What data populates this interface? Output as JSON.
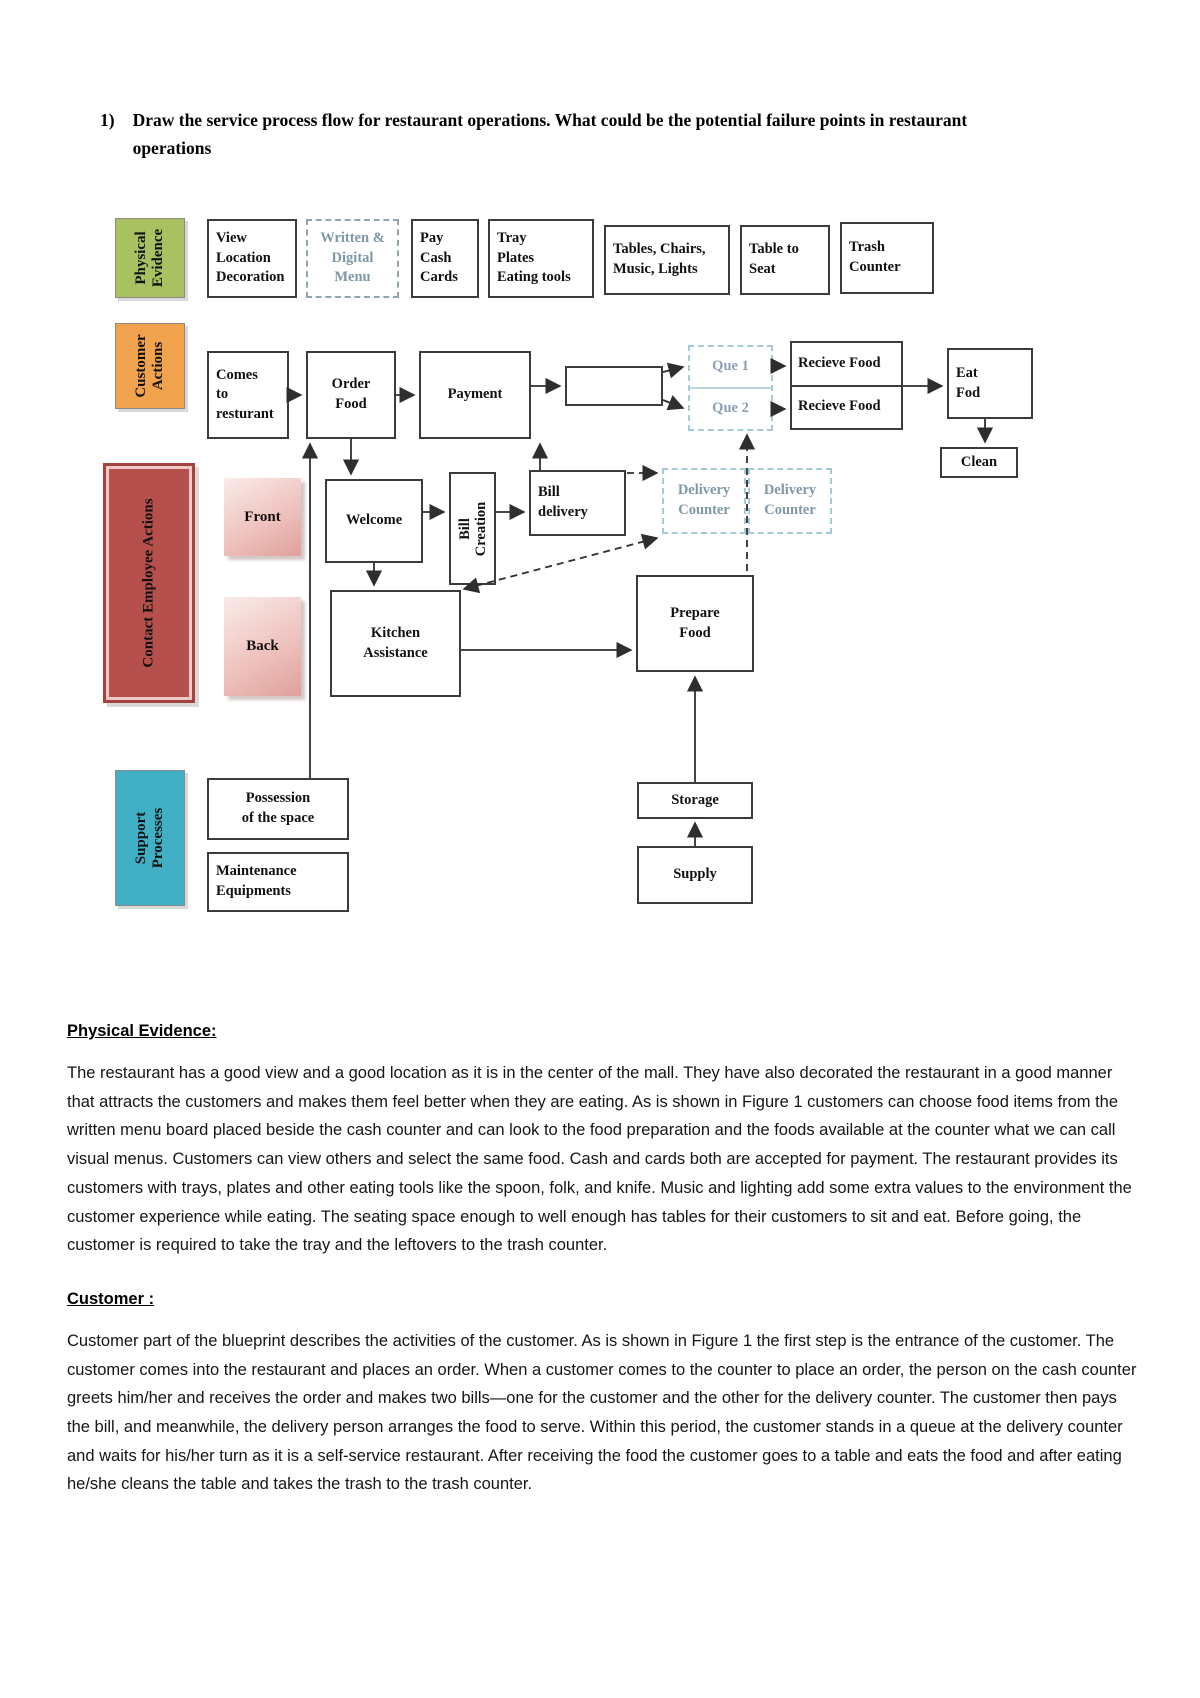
{
  "title": {
    "number": "1)",
    "text": "Draw the service process flow for restaurant operations. What could be the potential failure points in restaurant operations"
  },
  "lanes": {
    "physical_evidence": "Physical\nEvidence",
    "customer_actions": "Customer\nActions",
    "contact_employee_actions": "Contact Employee Actions",
    "support_processes": "Support\nProcesses"
  },
  "boxes": {
    "view_location_decoration": "View\nLocation\nDecoration",
    "written_digital_menu": "Written &\nDigital\nMenu",
    "pay_cash_cards": "Pay\nCash\nCards",
    "tray_plates_eating_tools": "Tray\nPlates\nEating tools",
    "tables_chairs_music_lights": "Tables, Chairs,\nMusic, Lights",
    "table_to_seat": "Table to\nSeat",
    "trash_counter": "Trash\nCounter",
    "comes_to_resturant": "Comes\nto\nresturant",
    "order_food": "Order\nFood",
    "payment": "Payment",
    "que_1": "Que 1",
    "que_2": "Que 2",
    "recieve_food_1": "Recieve Food",
    "recieve_food_2": "Recieve Food",
    "eat_fod": "Eat\nFod",
    "clean": "Clean",
    "front": "Front",
    "back": "Back",
    "welcome": "Welcome",
    "bill_creation": "Bill\nCreation",
    "bill_delivery": "Bill\ndelivery",
    "delivery_counter_1": "Delivery\nCounter",
    "delivery_counter_2": "Delivery\nCounter",
    "kitchen_assistance": "Kitchen\nAssistance",
    "prepare_food": "Prepare\nFood",
    "possession_of_the_space": "Possession\nof the space",
    "maintenance_equipments": "Maintenance\nEquipments",
    "storage": "Storage",
    "supply": "Supply"
  },
  "sections": {
    "physical_evidence": {
      "heading": "Physical Evidence:",
      "body": "The restaurant has a good view and a good location as it is in the center of the mall. They have also decorated the restaurant in a good manner that attracts the customers and makes them feel better when they are eating. As is shown in Figure 1 customers can choose food items from the written menu board placed beside the cash counter and can look to the food preparation and the foods available at the counter what we can call visual menus. Customers can view others and select the same food. Cash and cards both are accepted for payment. The restaurant provides its customers with trays, plates and other eating tools like the spoon, folk, and knife. Music and lighting add some extra values to the environment the customer experience while eating. The seating space enough to well enough has tables for their customers to sit and eat. Before going, the customer is required to take the tray and the leftovers to the trash counter."
    },
    "customer": {
      "heading": "Customer :",
      "body": "Customer part of the blueprint describes the activities of the customer. As is shown in Figure 1 the first step is the entrance of the customer. The customer comes into the restaurant and places an order. When a customer comes to the counter to place an order, the person on the cash counter greets him/her and receives the order and makes two bills—one for the customer and the other for the delivery counter. The customer then pays the bill, and meanwhile, the delivery person arranges the food to serve. Within this period, the customer stands in a queue at the delivery counter and waits for his/her turn as it is a self-service restaurant. After receiving the food the customer goes to a table and eats the food and after eating he/she cleans the table and takes the trash to the trash counter."
    }
  },
  "colors": {
    "physical_lane": "#a9c161",
    "customer_lane": "#f0a24d",
    "employee_lane": "#b5504c",
    "support_lane": "#41b0c5",
    "dashed_accent": "#a5ccd6"
  }
}
